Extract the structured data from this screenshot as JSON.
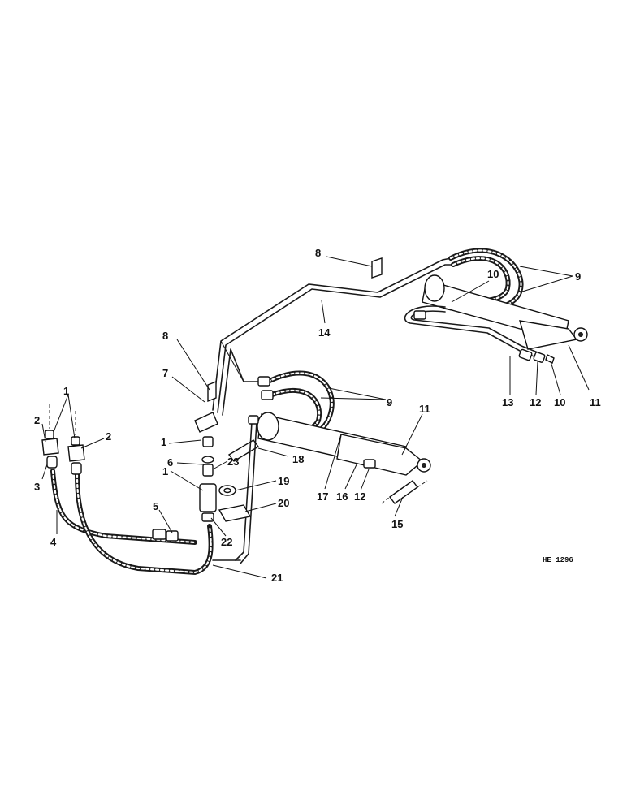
{
  "callouts": {
    "c1a": "1",
    "c1b": "1",
    "c1c": "1",
    "c2a": "2",
    "c2b": "2",
    "c3": "3",
    "c4": "4",
    "c5": "5",
    "c6": "6",
    "c7": "7",
    "c8a": "8",
    "c8b": "8",
    "c9a": "9",
    "c9b": "9",
    "c10a": "10",
    "c10b": "10",
    "c11a": "11",
    "c11b": "11",
    "c12a": "12",
    "c12b": "12",
    "c13": "13",
    "c14": "14",
    "c15": "15",
    "c16": "16",
    "c17": "17",
    "c18": "18",
    "c19": "19",
    "c20": "20",
    "c21": "21",
    "c22": "22",
    "c23": "23"
  },
  "reference_code": "HE 1296"
}
